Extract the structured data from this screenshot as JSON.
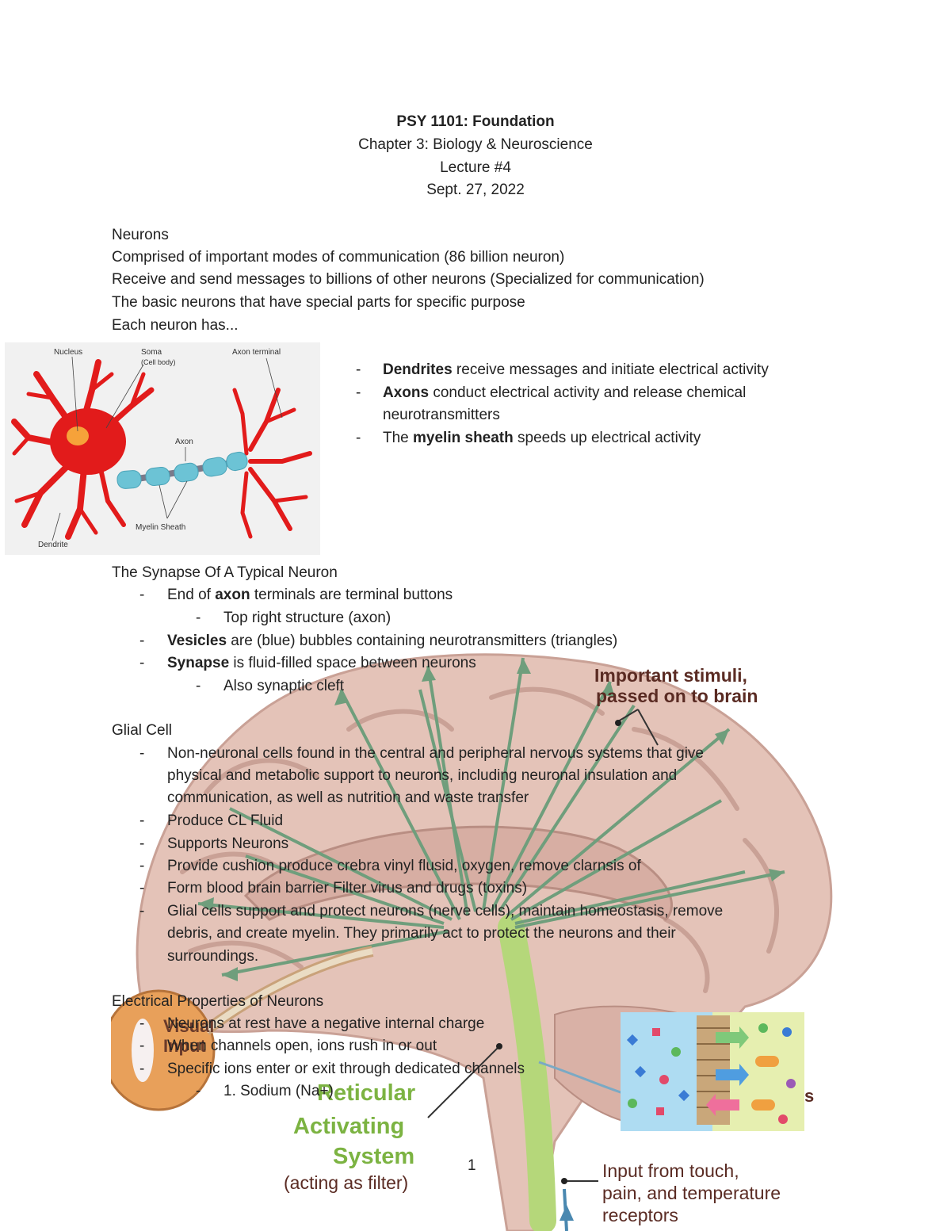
{
  "header": {
    "course": "PSY 1101: Foundation",
    "chapter": "Chapter 3: Biology & Neuroscience",
    "lecture": "Lecture #4",
    "date": "Sept. 27, 2022"
  },
  "neurons": {
    "heading": "Neurons",
    "lines": [
      "Comprised of important modes of communication (86 billion neuron)",
      "Receive and send messages to billions of other neurons (Specialized for communication)",
      "The basic neurons that have special parts for specific purpose",
      "Each neuron has..."
    ],
    "bullets": [
      {
        "bold": "Dendrites",
        "rest": " receive messages and initiate electrical activity"
      },
      {
        "bold": "Axons",
        "rest": " conduct electrical activity and release chemical"
      },
      {
        "cont": "neurotransmitters"
      },
      {
        "pre": "The ",
        "bold": "myelin sheath",
        "rest": " speeds up electrical activity"
      }
    ]
  },
  "neuron_figure": {
    "labels": {
      "nucleus": "Nucleus",
      "soma": "Soma",
      "cell_body": "(Cell body)",
      "axon_terminal": "Axon terminal",
      "axon": "Axon",
      "myelin": "Myelin Sheath",
      "dendrite": "Dendrite"
    }
  },
  "synapse": {
    "heading": "The Synapse Of A Typical Neuron",
    "items": [
      {
        "pre": "End of ",
        "bold": "axon",
        "rest": " terminals are terminal buttons"
      },
      {
        "sub": "Top right structure (axon)"
      },
      {
        "bold": "Vesicles",
        "rest": " are (blue) bubbles containing neurotransmitters (triangles)"
      },
      {
        "bold": "Synapse",
        "rest": " is fluid-filled space between neurons"
      },
      {
        "sub": "Also synaptic cleft"
      }
    ]
  },
  "glial": {
    "heading": "Glial Cell",
    "items": [
      "Non-neuronal cells found in the central and peripheral nervous systems that give",
      "physical and metabolic support to neurons, including neuronal insulation and",
      "communication, as well as nutrition and waste transfer",
      "Produce CL Fluid",
      "Supports Neurons",
      "Provide cushion produce crebra vinyl flusid, oxygen, remove clarnsis of",
      "Form blood brain barrier Filter virus and drugs (toxins)",
      "Glial cells support and protect neurons (nerve cells), maintain homeostasis, remove",
      "debris, and create myelin. They primarily act to protect the neurons and their",
      "surroundings."
    ]
  },
  "electrical": {
    "heading": "Electrical Properties of Neurons",
    "items": [
      "Neurons at rest have a negative internal charge",
      "When channels open, ions rush in or out",
      "Specific ions enter or exit through dedicated channels"
    ],
    "sub": "1. Sodium (Na+)"
  },
  "brain_figure": {
    "stimuli_1": "Important stimuli,",
    "stimuli_2": "passed on to brain",
    "visual_1": "Visual",
    "visual_2": "Input",
    "ras_1": "Reticular",
    "ras_2": "Activating",
    "ras_3": "System",
    "ras_4": "(acting as filter)",
    "touch_1": "Input from touch,",
    "touch_2": "pain, and temperature",
    "touch_3": "receptors",
    "s": "s"
  },
  "page_number": "1",
  "colors": {
    "neuron_red": "#e21b1b",
    "myelin_blue": "#6cc3d5",
    "brain_pink": "#e4c3b8",
    "arrow_green": "#6f9e7c",
    "ras_green": "#7cb342"
  }
}
